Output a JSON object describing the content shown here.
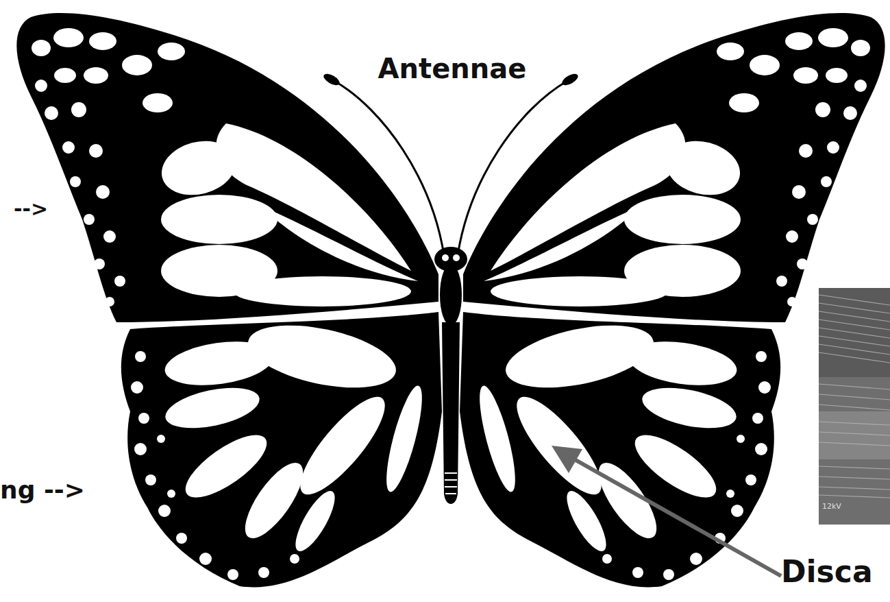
{
  "diagram": {
    "labels": [
      "Antennae",
      "-->",
      "ng -->",
      "Disca",
      "12kV"
    ]
  }
}
